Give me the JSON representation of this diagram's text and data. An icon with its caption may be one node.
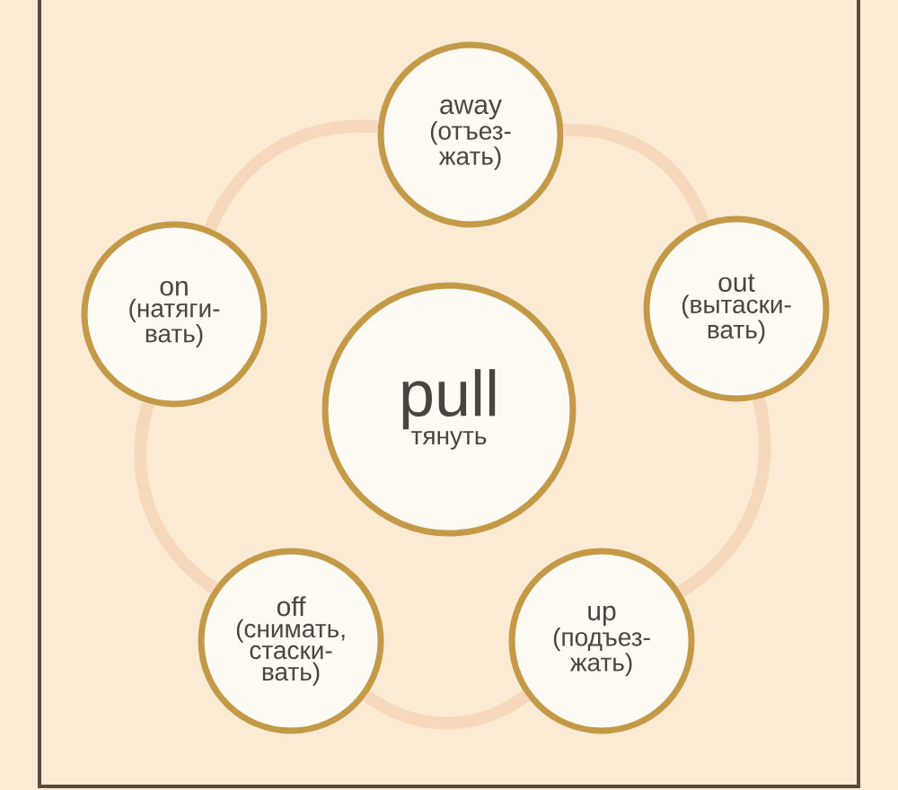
{
  "diagram": {
    "nodes": [
      {
        "text": [
          "pull",
          "тянуть"
        ]
      },
      {
        "text": [
          "away",
          "(отъез- жать)"
        ]
      },
      {
        "text": [
          "out",
          "(вытаски- вать)"
        ]
      },
      {
        "text": [
          "up",
          "(подъез- жать)"
        ]
      },
      {
        "text": [
          "off",
          "(снимать, стаски- вать)"
        ]
      },
      {
        "text": [
          "on",
          "(натяги- вать)"
        ]
      }
    ],
    "edges": [
      {
        "from": 1,
        "to": 2,
        "arrow": "none"
      },
      {
        "from": 2,
        "to": 3,
        "arrow": "none"
      },
      {
        "from": 3,
        "to": 4,
        "arrow": "none"
      },
      {
        "from": 4,
        "to": 5,
        "arrow": "none"
      },
      {
        "from": 5,
        "to": 1,
        "arrow": "none"
      }
    ]
  }
}
